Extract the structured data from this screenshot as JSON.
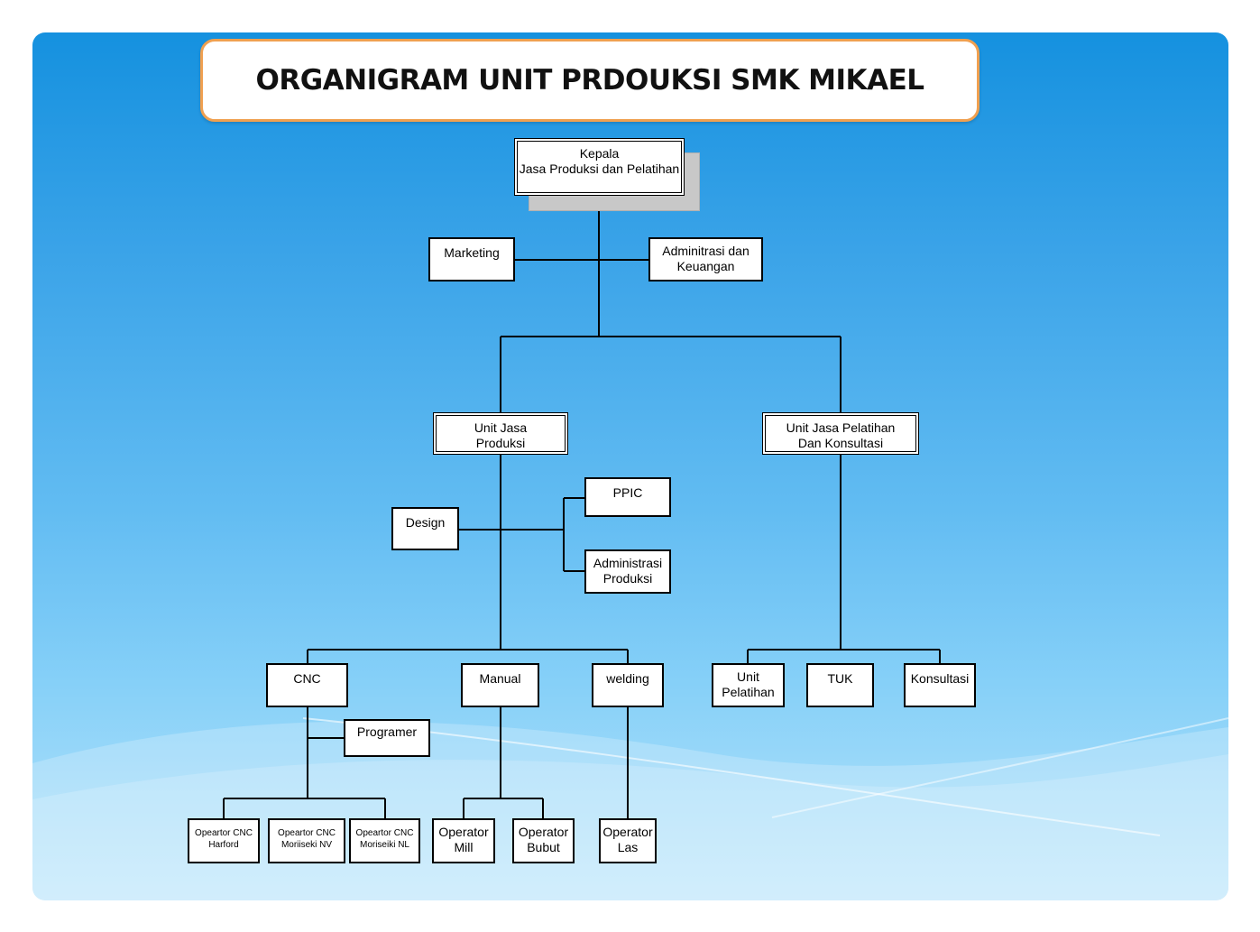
{
  "title": "ORGANIGRAM UNIT PRDOUKSI SMK MIKAEL",
  "colors": {
    "title_border": "#f0a050",
    "background_top": "#1591df",
    "background_bottom": "#b9e5fb"
  },
  "nodes": {
    "kepala": "Kepala\nJasa Produksi dan Pelatihan",
    "marketing": "Marketing",
    "administrasi_keuangan": "Adminitrasi dan\nKeuangan",
    "unit_jasa_produksi": "Unit Jasa\nProduksi",
    "unit_jasa_pelatihan": "Unit Jasa Pelatihan\nDan Konsultasi",
    "design": "Design",
    "ppic": "PPIC",
    "administrasi_produksi": "Administrasi\nProduksi",
    "cnc": "CNC",
    "manual": "Manual",
    "welding": "welding",
    "unit_pelatihan": "Unit\nPelatihan",
    "tuk": "TUK",
    "konsultasi": "Konsultasi",
    "programer": "Programer",
    "operator_cnc_harford": "Opeartor CNC\nHarford",
    "operator_cnc_moriseki_nv": "Opeartor CNC\nMoriiseki NV",
    "operator_cnc_moriseki_nl": "Opeartor CNC\nMoriseiki NL",
    "operator_mill": "Operator\nMill",
    "operator_bubut": "Operator\nBubut",
    "operator_las": "Operator\nLas"
  }
}
